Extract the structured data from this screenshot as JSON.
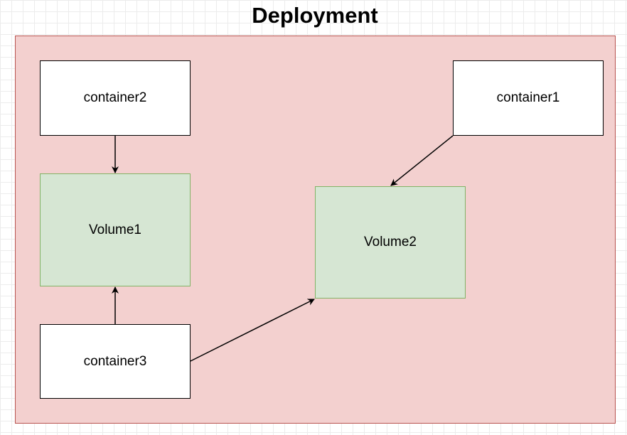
{
  "title": "Deployment",
  "colors": {
    "deployment_fill": "#f3d0cf",
    "deployment_border": "#b85450",
    "container_fill": "#ffffff",
    "container_border": "#000000",
    "volume_fill": "#d6e6d3",
    "volume_border": "#82b366",
    "edge": "#000000"
  },
  "nodes": {
    "container1": {
      "label": "container1",
      "kind": "container"
    },
    "container2": {
      "label": "container2",
      "kind": "container"
    },
    "container3": {
      "label": "container3",
      "kind": "container"
    },
    "volume1": {
      "label": "Volume1",
      "kind": "volume"
    },
    "volume2": {
      "label": "Volume2",
      "kind": "volume"
    }
  },
  "edges": [
    {
      "from": "container2",
      "to": "volume1"
    },
    {
      "from": "container3",
      "to": "volume1"
    },
    {
      "from": "container1",
      "to": "volume2"
    },
    {
      "from": "container3",
      "to": "volume2"
    }
  ]
}
